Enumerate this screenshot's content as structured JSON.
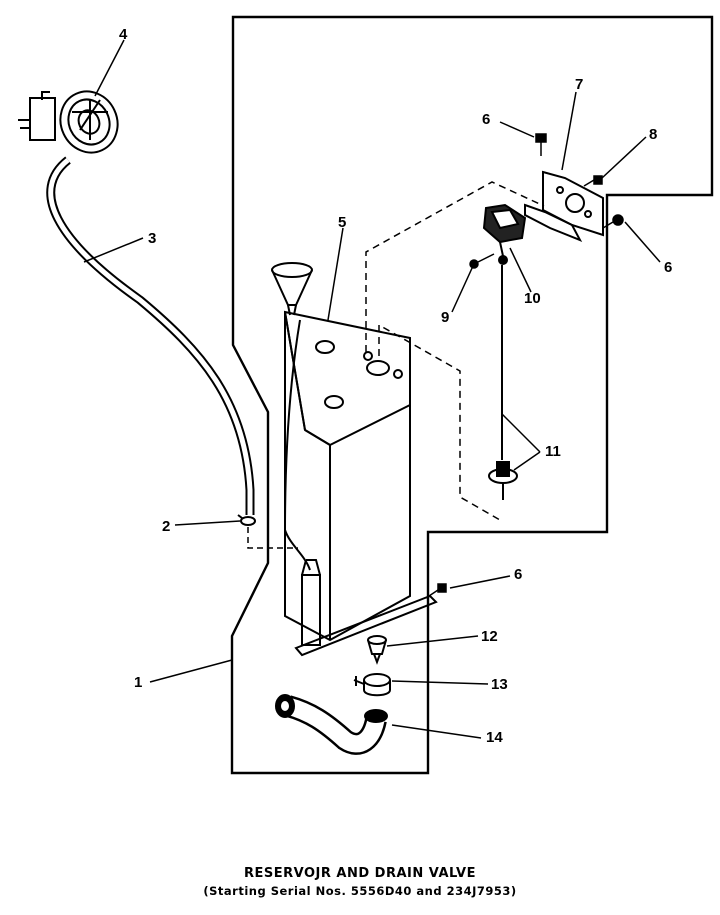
{
  "caption": {
    "title": "RESERVOJR AND DRAIN VALVE",
    "subtitle": "(Starting Serial Nos. 5556D40 and 234J7953)"
  },
  "callouts": [
    {
      "id": "1",
      "label": "1"
    },
    {
      "id": "2",
      "label": "2"
    },
    {
      "id": "3",
      "label": "3"
    },
    {
      "id": "4",
      "label": "4"
    },
    {
      "id": "5",
      "label": "5"
    },
    {
      "id": "6a",
      "label": "6"
    },
    {
      "id": "6b",
      "label": "6"
    },
    {
      "id": "6c",
      "label": "6"
    },
    {
      "id": "7",
      "label": "7"
    },
    {
      "id": "8",
      "label": "8"
    },
    {
      "id": "9",
      "label": "9"
    },
    {
      "id": "10",
      "label": "10"
    },
    {
      "id": "11",
      "label": "11"
    },
    {
      "id": "12",
      "label": "12"
    },
    {
      "id": "13",
      "label": "13"
    },
    {
      "id": "14",
      "label": "14"
    }
  ],
  "parts": [
    {
      "number": "1",
      "icon": "cabinet-outline-icon"
    },
    {
      "number": "2",
      "icon": "hose-clamp-icon"
    },
    {
      "number": "3",
      "icon": "tube-icon"
    },
    {
      "number": "4",
      "icon": "drain-fitting-icon"
    },
    {
      "number": "5",
      "icon": "reservoir-icon"
    },
    {
      "number": "6",
      "icon": "screw-icon"
    },
    {
      "number": "7",
      "icon": "mounting-bracket-icon"
    },
    {
      "number": "8",
      "icon": "screw-icon"
    },
    {
      "number": "9",
      "icon": "screw-icon"
    },
    {
      "number": "10",
      "icon": "valve-bracket-icon"
    },
    {
      "number": "11",
      "icon": "drain-valve-rod-icon"
    },
    {
      "number": "12",
      "icon": "drain-plug-icon"
    },
    {
      "number": "13",
      "icon": "clamp-icon"
    },
    {
      "number": "14",
      "icon": "drain-hose-icon"
    }
  ]
}
